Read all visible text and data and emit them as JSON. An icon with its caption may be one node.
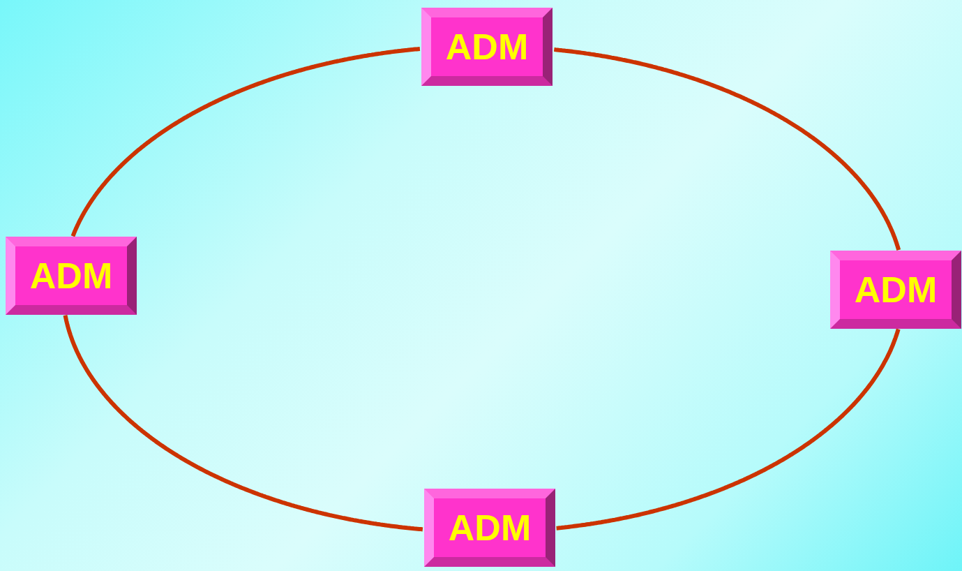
{
  "diagram": {
    "nodes": [
      {
        "text": [
          "ADM"
        ]
      },
      {
        "text": [
          "ADM"
        ]
      },
      {
        "text": [
          "ADM"
        ]
      },
      {
        "text": [
          "ADM"
        ]
      }
    ],
    "edges": [
      {
        "from": 0,
        "to": 2,
        "arrow": "none"
      },
      {
        "from": 2,
        "to": 3,
        "arrow": "none"
      },
      {
        "from": 3,
        "to": 1,
        "arrow": "none"
      },
      {
        "from": 1,
        "to": 0,
        "arrow": "none"
      }
    ]
  }
}
